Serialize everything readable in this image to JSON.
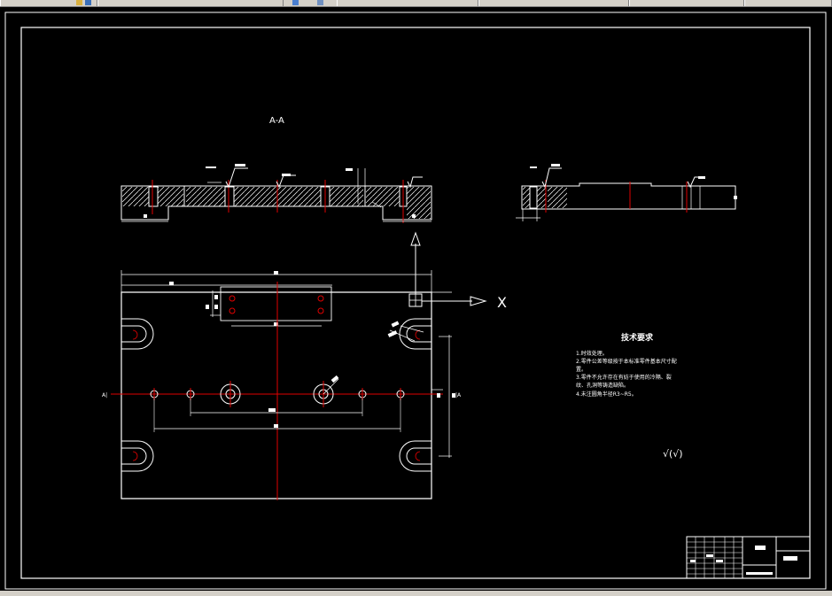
{
  "colors": {
    "background": "#000000",
    "lines": "#ffffff",
    "centerlines": "#e00000",
    "toolbar": "#d4d0c8"
  },
  "toolbar": {
    "icons": [
      "yellow-folder-icon",
      "zoom-icon",
      "layer-icon"
    ]
  },
  "section": {
    "label": "A-A"
  },
  "axis": {
    "x_label": "X"
  },
  "tech": {
    "title": "技术要求",
    "items": [
      "1.时效处理。",
      "2.零件公差等级按于本标准零件基本尺寸配",
      "置。",
      "3.零件不允许存在有妨于使用的冷隔、裂",
      "纹、孔洞等铸造缺陷。",
      "4.未注圆角半径R3~R5。"
    ]
  },
  "roughness": {
    "note": "√(√)"
  },
  "section_marks": {
    "left": "A|",
    "right": "|A"
  }
}
